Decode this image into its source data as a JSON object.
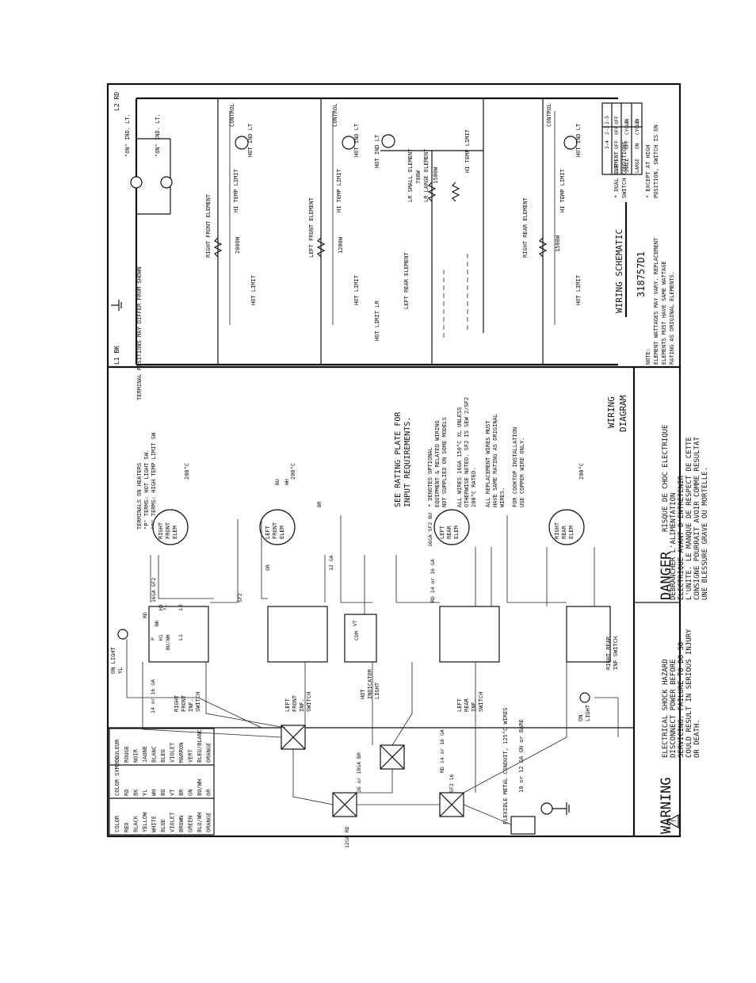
{
  "warning_panel": {
    "heading": "WARNING",
    "en_lines": [
      "ELECTRICAL SHOCK HAZARD",
      "DISCONNECT POWER BEFORE",
      "SERVICING. FAILURE TO DO SO",
      "COULD RESULT IN SERIOUS INJURY",
      "OR DEATH."
    ],
    "fr_heading": "DANGER",
    "fr_lines": [
      "RISQUE DE CHOC ELECTRIQUE",
      "DEBRANCHER L'ALIMENTATION",
      "ELECTRIQUE AVANT D'ENTRETENIR",
      "L'UNITE. LE MANQUE DE RESPECT DE CETTE",
      "CONSIGNE POURRAIT AVOIR COMME RESULTAT",
      "UNE BLESSURE GRAVE OU MORTELLE."
    ]
  },
  "color_table": {
    "headers": [
      "COLOR",
      "COLOR SYMBOL",
      "COULEUR"
    ],
    "rows": [
      [
        "RED",
        "RD",
        "ROUGE"
      ],
      [
        "BLACK",
        "BK",
        "NOIR"
      ],
      [
        "YELLOW",
        "YL",
        "JAUNE"
      ],
      [
        "WHITE",
        "WH",
        "BLANC"
      ],
      [
        "BLUE",
        "BU",
        "BLEU"
      ],
      [
        "VIOLET",
        "VT",
        "VIOLET"
      ],
      [
        "BROWN",
        "BR",
        "MARRON"
      ],
      [
        "GREEN",
        "GN",
        "VERT"
      ],
      [
        "BLU/WH",
        "BU/WH",
        "BLEU/BLANC"
      ],
      [
        "ORANGE",
        "OR",
        "ORANGE"
      ]
    ]
  },
  "wiring_diagram": {
    "title_line1": "WIRING",
    "title_line2": "DIAGRAM",
    "terminals_note": [
      "TERMINALS ON HEATERS",
      "\"P\" TERMS: HOT LIGHT SW.",
      "\"D\" TERMS: HIGH TEMP LIMIT SW",
      "TERMINAL POSITIONS MAY DIFFER FROM SHOWN"
    ],
    "rating_note": [
      "SEE RATING PLATE FOR",
      "INPUT REQUIREMENTS."
    ],
    "notes": [
      "* DENOTES OPTIONAL",
      "EQUIPMENT & RELATED WIRING",
      "NOT SUPPLIED ON SOME MODELS",
      "ALL WIRES 16GA 150°C XL UNLESS",
      "OTHERWISE NOTED. SF2 IS SEW 2/SF2",
      "200°C RATED.",
      "ALL REPLACEMENT WIRES MUST",
      "HAVE SAME RATING AS ORIGINAL",
      "WIRES.",
      "FOR COOKTOP INSTALLATION",
      "USE COPPER WIRE ONLY."
    ],
    "conduit_label": "FLEXIBLE METAL CONDUIT, 125°C WIRES",
    "ground_label": "10 or 12 GA GN or BARE",
    "switches": [
      {
        "label": [
          "RIGHT",
          "FRONT",
          "INF.",
          "SWITCH"
        ]
      },
      {
        "label": [
          "LEFT",
          "FRONT",
          "INF.",
          "SWITCH"
        ]
      },
      {
        "label": [
          "LEFT",
          "REAR",
          "INF.",
          "SWITCH"
        ]
      },
      {
        "label": [
          "RIGHT REAR",
          "INF SWITCH"
        ]
      }
    ],
    "elements": [
      {
        "label": [
          "RIGHT",
          "FRONT",
          "ELEM"
        ],
        "temp": "200°C"
      },
      {
        "label": [
          "LEFT",
          "FRONT",
          "ELEM"
        ],
        "temp": "200°C"
      },
      {
        "label": [
          "LEFT",
          "REAR",
          "ELEM"
        ],
        "temp": ""
      },
      {
        "label": [
          "RIGHT",
          "REAR",
          "ELEM"
        ],
        "temp": "200°C"
      }
    ],
    "hot_indicator": [
      "HOT",
      "INDICATOR",
      "LIGHT"
    ],
    "on_light_top": [
      "ON LIGHT",
      "YL"
    ],
    "on_light_bottom": [
      "ON",
      "LIGHT"
    ],
    "wire_labels": [
      "14 or 16 GA",
      "16GA SF2",
      "SF2",
      "RD 14 or 16 GA",
      "BU/WH",
      "YL",
      "BK",
      "RD",
      "OR",
      "VT",
      "BR",
      "12 GA",
      "12GA RD",
      "16 or 18GA BR",
      "SF2 16",
      "RD 14 or 16 GA",
      "16GA SF2 BU",
      "BU",
      "WH",
      "COM",
      "L1",
      "L2",
      "H1",
      "H2",
      "P"
    ]
  },
  "wiring_schematic": {
    "title": "WIRING SCHEMATIC",
    "part_number": "318757D1",
    "rail_l1": "L1 BK",
    "rail_l2": "L2 RD",
    "on_lights": [
      "\"ON\" IND. LT.",
      "\"ON\" IND. LT."
    ],
    "rows": [
      {
        "element": "RIGHT FRONT ELEMENT",
        "watts": "2000W",
        "limit": "HI TEMP LIMIT",
        "lamp": "HOT IND LT",
        "control": "CONTROL",
        "hot_limit": "HOT LIMIT"
      },
      {
        "element": "LEFT FRONT ELEMENT",
        "watts": "1200W",
        "limit": "HI TEMP LIMIT",
        "lamp": "HOT IND LT",
        "control": "CONTROL",
        "hot_limit": "HOT LIMIT"
      },
      {
        "element": "LR SMALL ELEMENT",
        "watts": "700W",
        "limit": "HI TEMP LIMIT",
        "lamp": "HOT IND LT",
        "control": "",
        "hot_limit": "HOT LIMIT LR"
      },
      {
        "element": "LR LARGE ELEMENT",
        "watts": "1500W",
        "limit": "",
        "lamp": "",
        "control": "",
        "hot_limit": "LEFT REAR ELEMENT"
      },
      {
        "element": "RIGHT REAR ELEMENT",
        "watts": "1500W",
        "limit": "HI TEMP LIMIT",
        "lamp": "HOT IND LT",
        "control": "CONTROL",
        "hot_limit": "HOT LIMIT"
      }
    ],
    "switch_conditions": {
      "title": [
        "* DUAL ELEMENT",
        "SWITCH CONDITIONS"
      ],
      "headers": [
        "",
        "3-4",
        "2-3",
        "2-5"
      ],
      "rows": [
        [
          "OFF",
          "OFF",
          "OFF",
          "OFF"
        ],
        [
          "SMALL",
          "OFF",
          "CYCLE",
          "ON"
        ],
        [
          "LARGE",
          "ON",
          "CYCLE",
          "ON"
        ]
      ],
      "footnote": [
        "* EXCEPT AT HIGH",
        "POSITION, SWITCH IS ON"
      ]
    },
    "note": [
      "NOTE:",
      "ELEMENT WATTAGES MAY VARY. REPLACEMENT",
      "ELEMENTS MUST HAVE SAME WATTAGE",
      "RATING AS ORIGINAL ELEMENTS."
    ]
  }
}
